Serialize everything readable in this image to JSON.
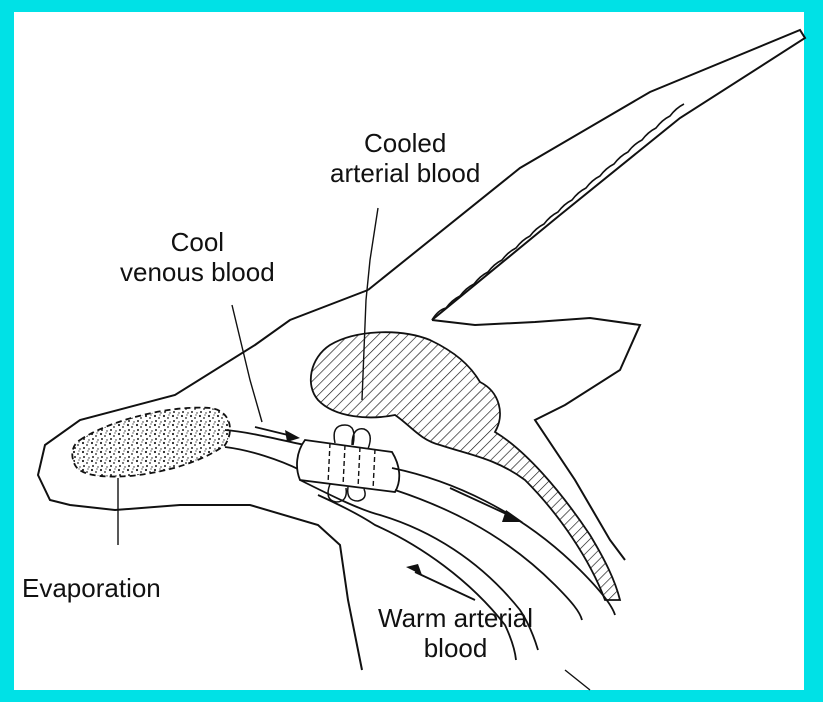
{
  "colors": {
    "border": "#00e1e6",
    "paper": "#ffffff",
    "ink": "#111111"
  },
  "labels": {
    "cooled_arterial": {
      "line1": "Cooled",
      "line2": "arterial blood"
    },
    "cool_venous": {
      "line1": "Cool",
      "line2": "venous blood"
    },
    "evaporation": {
      "line1": "Evaporation"
    },
    "warm_arterial": {
      "line1": "Warm arterial",
      "line2": "blood"
    }
  }
}
